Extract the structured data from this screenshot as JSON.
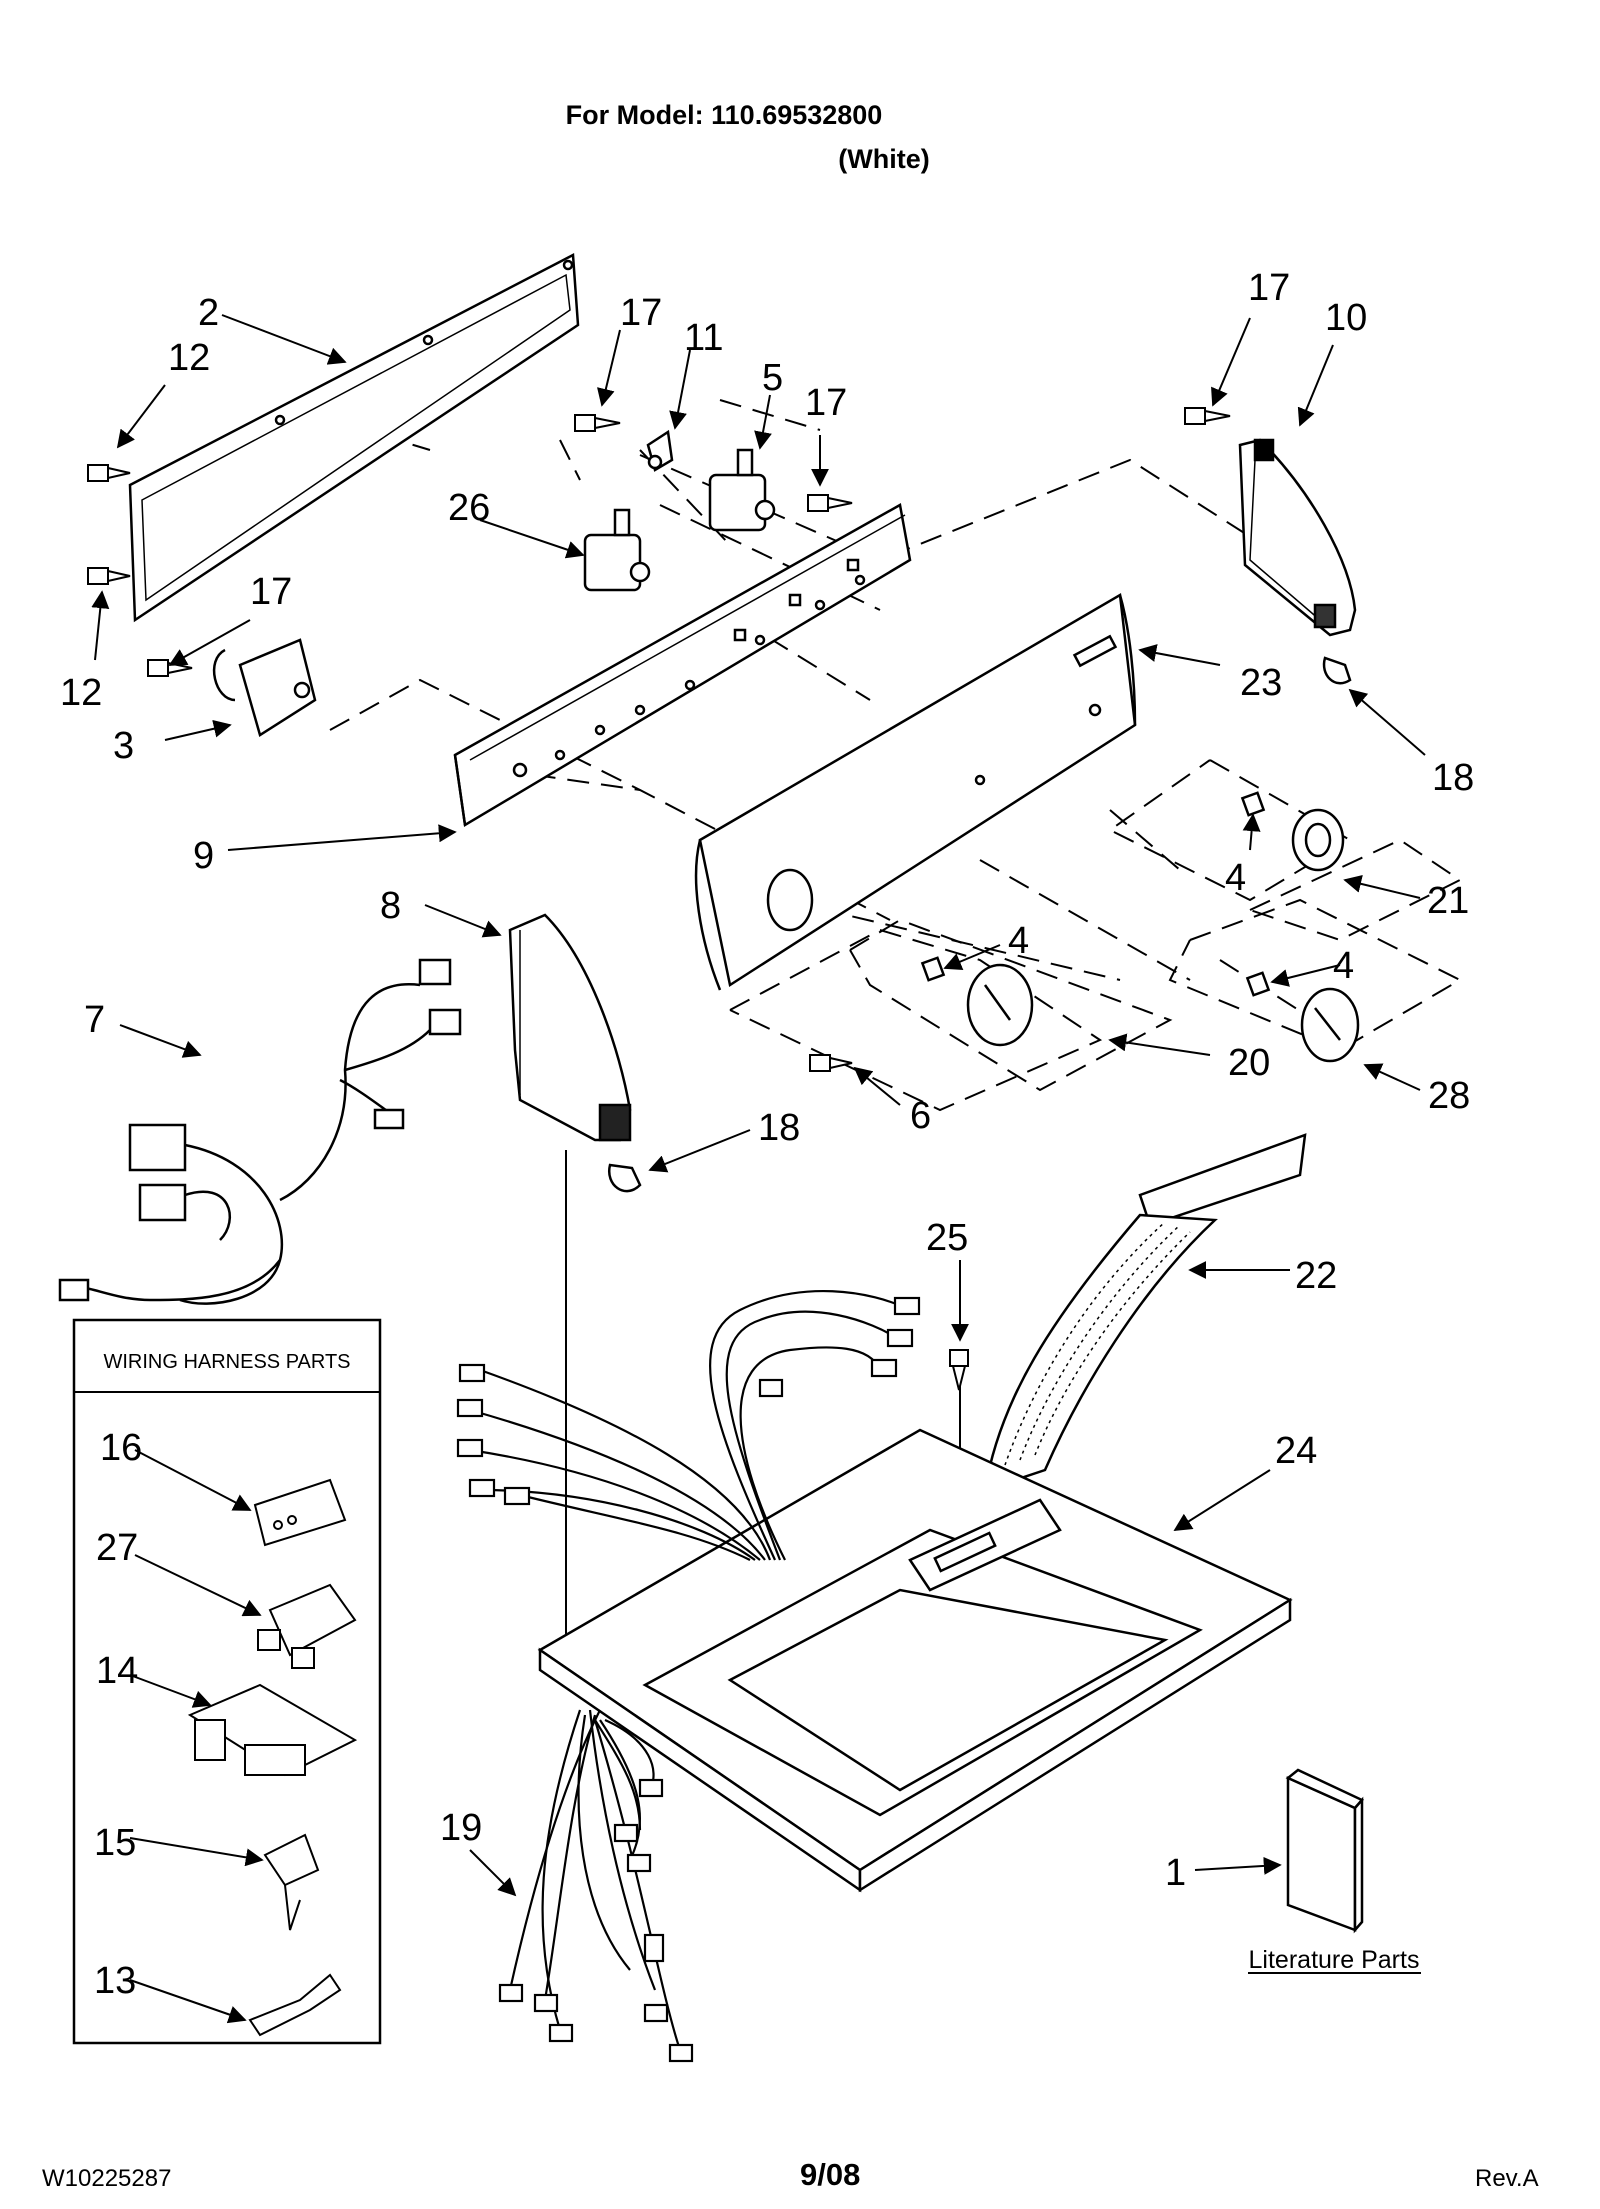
{
  "header": {
    "model_line": "For Model: 110.69532800",
    "color_line": "(White)"
  },
  "callouts": {
    "c1": "1",
    "c2": "2",
    "c3": "3",
    "c4a": "4",
    "c4b": "4",
    "c4c": "4",
    "c5": "5",
    "c6": "6",
    "c7": "7",
    "c8": "8",
    "c9": "9",
    "c10": "10",
    "c11": "11",
    "c12a": "12",
    "c12b": "12",
    "c13": "13",
    "c14": "14",
    "c15": "15",
    "c16": "16",
    "c17a": "17",
    "c17b": "17",
    "c17c": "17",
    "c17d": "17",
    "c18a": "18",
    "c18b": "18",
    "c19": "19",
    "c20": "20",
    "c21": "21",
    "c22": "22",
    "c23": "23",
    "c24": "24",
    "c25": "25",
    "c26": "26",
    "c27": "27",
    "c28": "28"
  },
  "wiring_box": {
    "title": "WIRING HARNESS PARTS"
  },
  "literature": {
    "label": "Literature Parts"
  },
  "footer": {
    "doc_number": "W10225287",
    "date": "9/08",
    "revision": "Rev.A"
  }
}
